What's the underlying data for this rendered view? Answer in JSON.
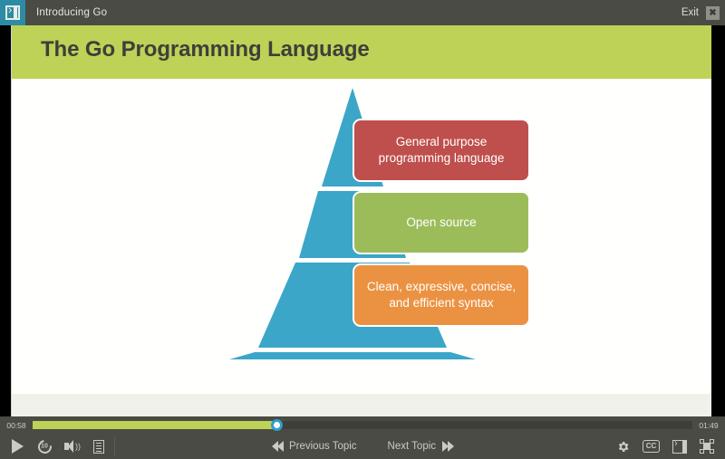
{
  "window": {
    "title": "Introducing Go",
    "brand_icon": "sidebar-panel-icon",
    "exit_label": "Exit",
    "close_glyph": "✖"
  },
  "slide": {
    "title": "The Go Programming Language",
    "header_color": "#bdd257",
    "background_color": "#fdfdfb",
    "graphic": {
      "type": "pyramid-with-callouts",
      "pyramid_color": "#3ba6c8",
      "boxes": [
        {
          "text": "General purpose programming language",
          "color": "#bf4f4c",
          "order": 1
        },
        {
          "text": "Open source",
          "color": "#9cbc5a",
          "order": 2
        },
        {
          "text": "Clean, expressive, concise, and efficient syntax",
          "color": "#eb9242",
          "order": 3
        }
      ]
    }
  },
  "player": {
    "elapsed_time": "00:58",
    "total_time": "01:49",
    "progress_percent": 37,
    "accent_color": "#bdd257",
    "thumb_color": "#2e9ecb",
    "left_controls": [
      {
        "name": "play-button",
        "icon": "play-icon",
        "label": ""
      },
      {
        "name": "rewind-10-button",
        "icon": "rewind-10-icon",
        "label": "10"
      },
      {
        "name": "volume-button",
        "icon": "volume-icon",
        "label": ""
      },
      {
        "name": "notes-button",
        "icon": "notes-icon",
        "label": ""
      }
    ],
    "nav": {
      "previous_label": "Previous Topic",
      "next_label": "Next Topic"
    },
    "right_controls": [
      {
        "name": "settings-button",
        "icon": "gear-icon",
        "label": ""
      },
      {
        "name": "captions-button",
        "icon": "cc-icon",
        "label": "CC"
      },
      {
        "name": "sidebar-toggle-button",
        "icon": "sidebar-panel-icon",
        "label": ""
      },
      {
        "name": "fullscreen-button",
        "icon": "fullscreen-icon",
        "label": ""
      }
    ]
  }
}
